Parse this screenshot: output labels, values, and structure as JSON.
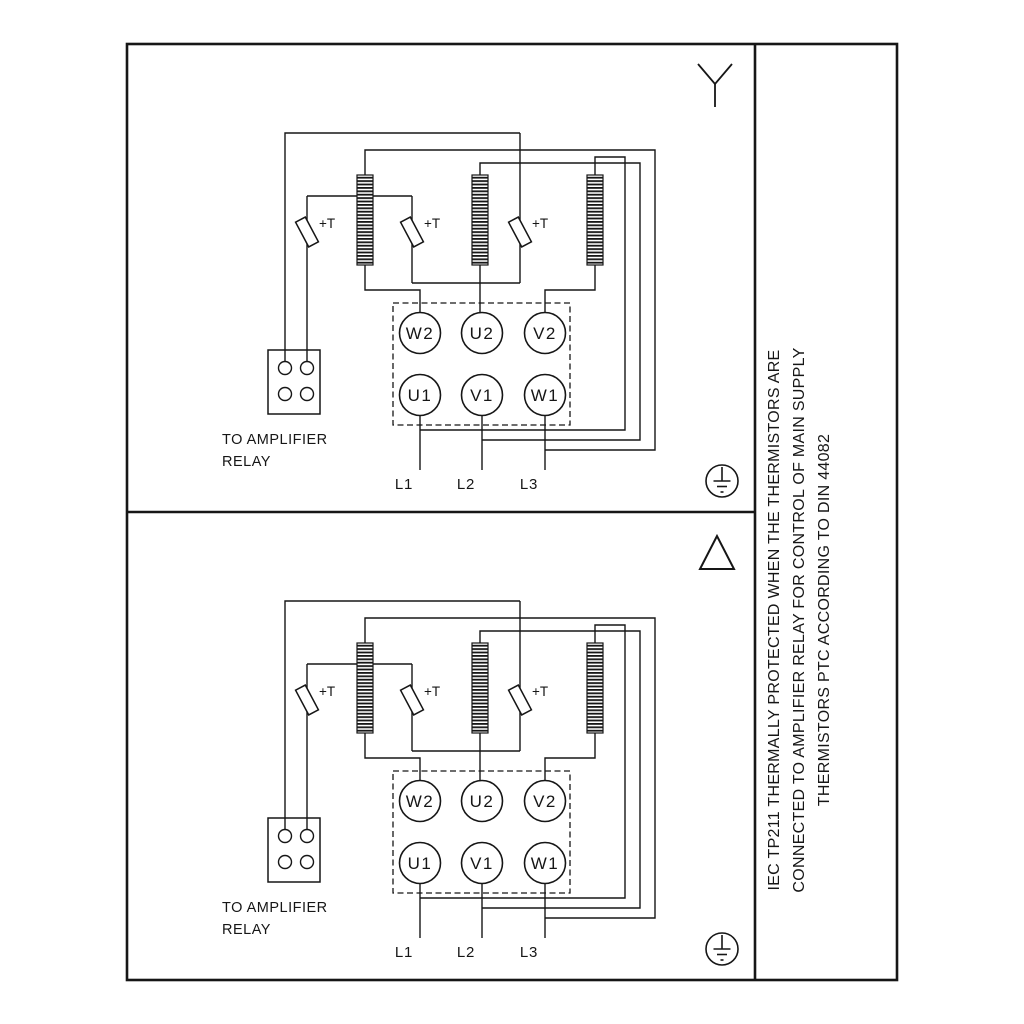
{
  "style": {
    "line_color": "#161616",
    "background": "#ffffff"
  },
  "side_note": {
    "lines": [
      "IEC TP211 THERMALLY PROTECTED WHEN THE THERMISTORS ARE",
      "CONNECTED TO AMPLIFIER RELAY FOR CONTROL OF MAIN SUPPLY",
      "THERMISTORS PTC ACCORDING TO DIN 44082"
    ]
  },
  "panels": [
    {
      "connection": "star",
      "connection_icon": "star-icon",
      "terminals_top": [
        "W2",
        "U2",
        "V2"
      ],
      "terminals_bottom": [
        "U1",
        "V1",
        "W1"
      ],
      "supply_lines": [
        "L1",
        "L2",
        "L3"
      ],
      "thermistor_label": "+T",
      "caption": [
        "TO AMPLIFIER",
        "RELAY"
      ]
    },
    {
      "connection": "delta",
      "connection_icon": "delta-icon",
      "terminals_top": [
        "W2",
        "U2",
        "V2"
      ],
      "terminals_bottom": [
        "U1",
        "V1",
        "W1"
      ],
      "supply_lines": [
        "L1",
        "L2",
        "L3"
      ],
      "thermistor_label": "+T",
      "caption": [
        "TO AMPLIFIER",
        "RELAY"
      ]
    }
  ]
}
